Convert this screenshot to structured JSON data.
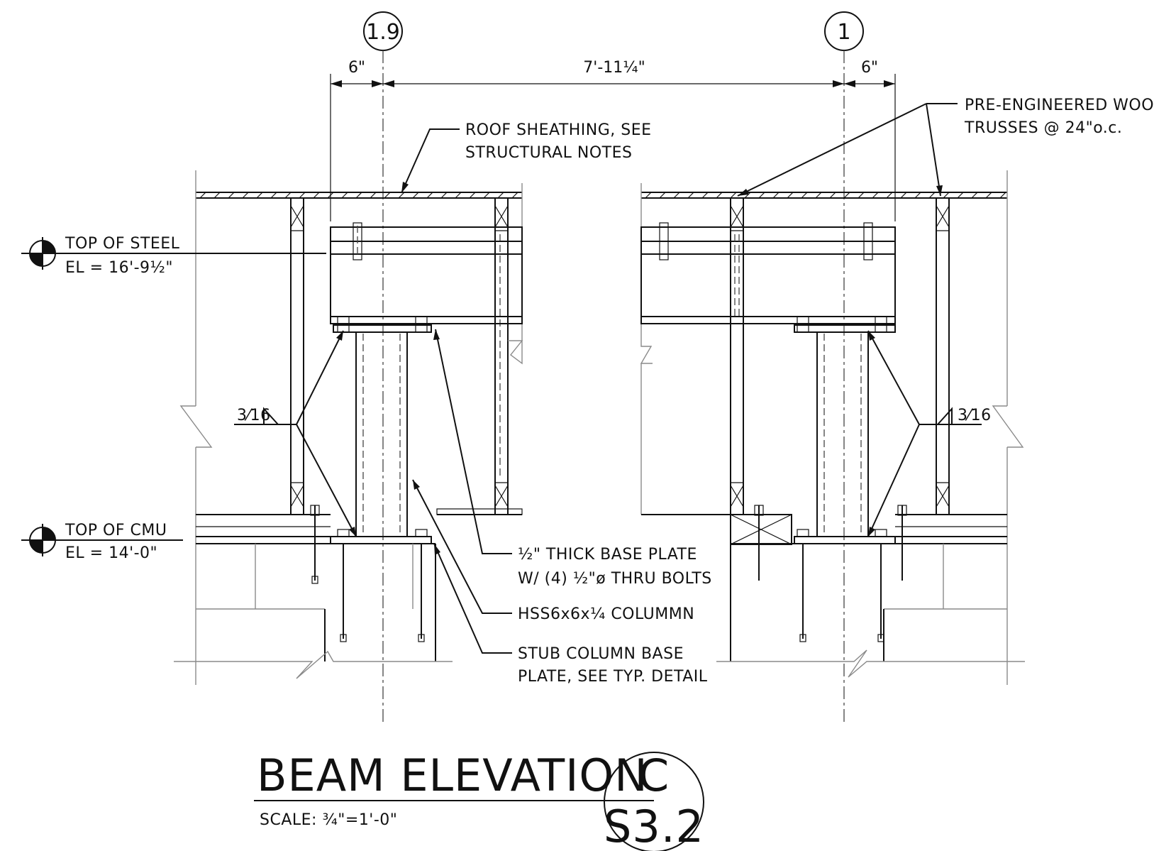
{
  "gridlines": [
    {
      "label": "1.9"
    },
    {
      "label": "1"
    }
  ],
  "dimensions": {
    "left_offset": "6\"",
    "span": "7'-11¼\"",
    "right_offset": "6\""
  },
  "elevations": [
    {
      "name": "TOP OF STEEL",
      "value": "EL = 16'-9½\""
    },
    {
      "name": "TOP OF CMU",
      "value": "EL = 14'-0\""
    }
  ],
  "callouts": {
    "roof_sheathing": [
      "ROOF SHEATHING, SEE",
      "STRUCTURAL NOTES"
    ],
    "trusses": [
      "PRE-ENGINEERED WOOD",
      "TRUSSES @ 24\"o.c."
    ],
    "base_plate": [
      "½\" THICK BASE PLATE",
      "W/ (4) ½\"ø THRU BOLTS"
    ],
    "column": "HSS6x6x¼ COLUMMN",
    "stub_plate": [
      "STUB COLUMN BASE",
      "PLATE, SEE TYP. DETAIL"
    ],
    "weld_left": "3⁄16",
    "weld_right": "3⁄16"
  },
  "title_block": {
    "title": "BEAM ELEVATION",
    "scale": "SCALE: ¾\"=1'-0\"",
    "detail": "C",
    "sheet": "S3.2"
  }
}
